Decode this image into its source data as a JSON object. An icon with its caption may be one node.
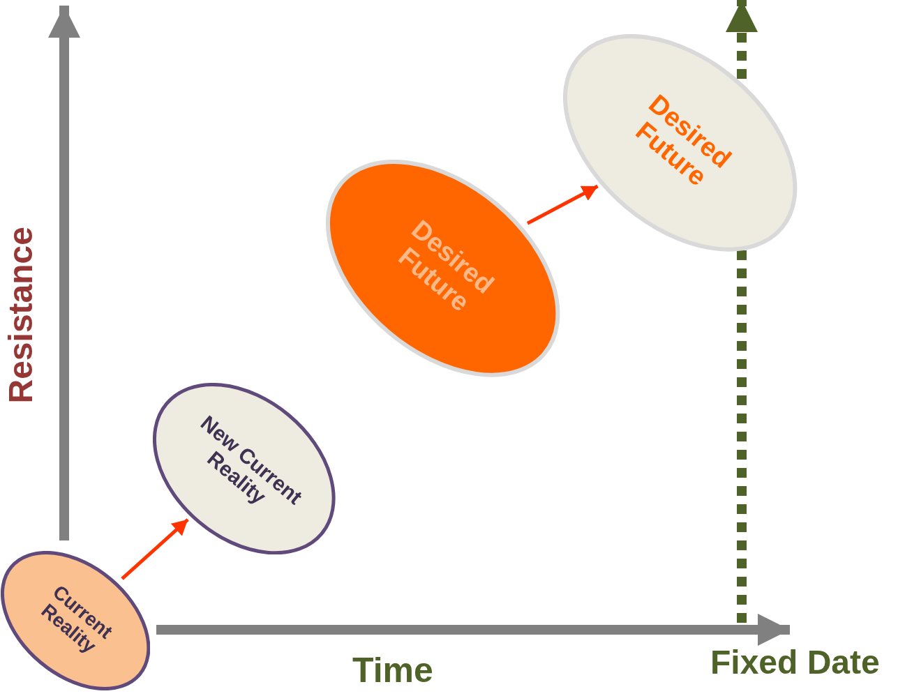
{
  "diagram": {
    "nodes": [
      {
        "text": [
          "Current Reality"
        ]
      },
      {
        "text": [
          "New Current Reality"
        ]
      },
      {
        "text": [
          "Desired Future"
        ]
      },
      {
        "text": [
          "Desired Future"
        ]
      }
    ],
    "edges": [
      {
        "from": 0,
        "to": 1,
        "arrow": "to"
      },
      {
        "from": 2,
        "to": 3,
        "arrow": "to"
      }
    ],
    "labels": [
      "Resistance",
      "Time",
      "Fixed Date"
    ]
  }
}
